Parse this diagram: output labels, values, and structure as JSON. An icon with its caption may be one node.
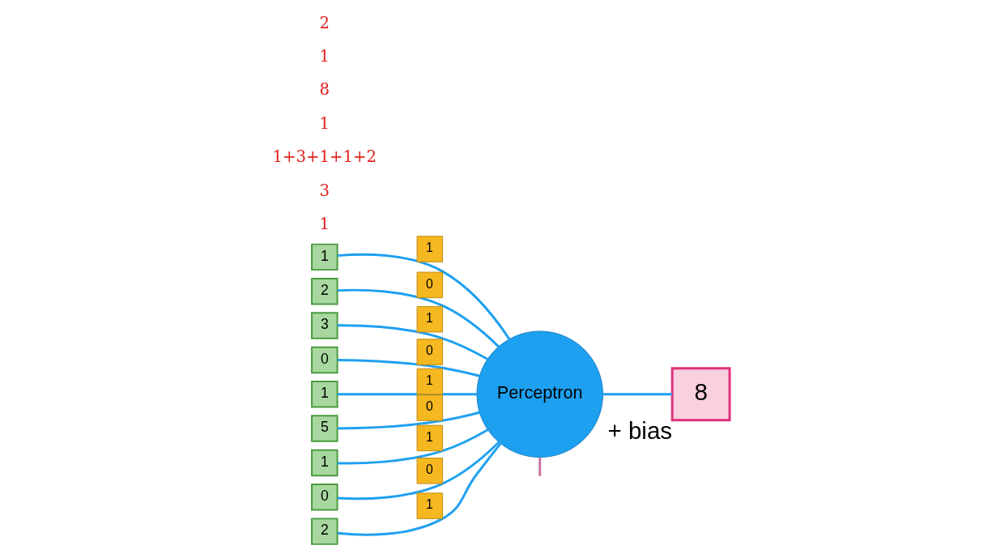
{
  "diagram": {
    "nodes": [
      {
        "text": [
          "Perceptron"
        ]
      },
      {
        "text": [
          "1"
        ]
      },
      {
        "text": [
          "2"
        ]
      },
      {
        "text": [
          "3"
        ]
      },
      {
        "text": [
          "0"
        ]
      },
      {
        "text": [
          "1"
        ]
      },
      {
        "text": [
          "5"
        ]
      },
      {
        "text": [
          "1"
        ]
      },
      {
        "text": [
          "0"
        ]
      },
      {
        "text": [
          "2"
        ]
      },
      {
        "text": [
          "8"
        ],
        "beside": [
          "+ bias"
        ]
      }
    ],
    "edges": [
      {
        "from": 1,
        "to": 0,
        "arrow": "none",
        "label": "1"
      },
      {
        "from": 2,
        "to": 0,
        "arrow": "none",
        "label": "0"
      },
      {
        "from": 3,
        "to": 0,
        "arrow": "none",
        "label": "1"
      },
      {
        "from": 4,
        "to": 0,
        "arrow": "none",
        "label": "0"
      },
      {
        "from": 5,
        "to": 0,
        "arrow": "none",
        "label": "1"
      },
      {
        "from": 6,
        "to": 0,
        "arrow": "none",
        "label": "0"
      },
      {
        "from": 7,
        "to": 0,
        "arrow": "none",
        "label": "1"
      },
      {
        "from": 8,
        "to": 0,
        "arrow": "none",
        "label": "0"
      },
      {
        "from": 9,
        "to": 0,
        "arrow": "none",
        "label": "1"
      },
      {
        "from": 0,
        "to": 10,
        "arrow": "none"
      },
      {
        "from": 0,
        "to": null,
        "arrow": "none",
        "color": "#d070a0"
      }
    ],
    "labels": [
      "1",
      "3",
      "1+3+1+1+2",
      "1",
      "8",
      "1",
      "2"
    ]
  }
}
